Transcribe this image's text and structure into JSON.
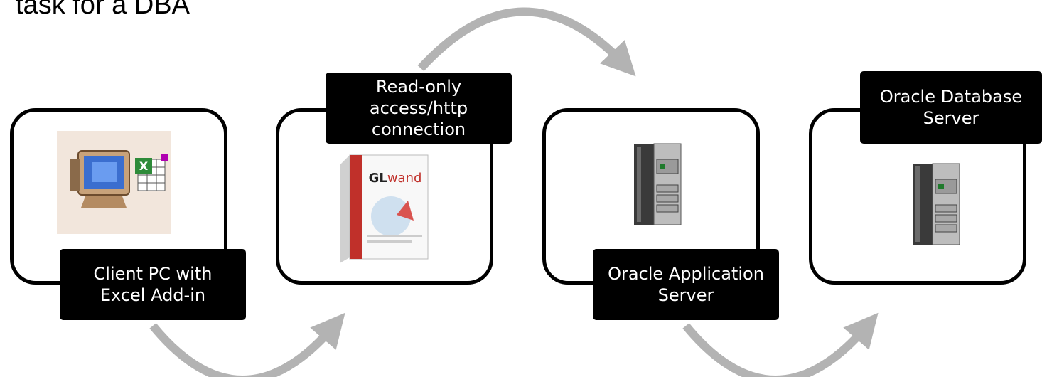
{
  "title": "task for a DBA",
  "steps": [
    {
      "label": "Client PC with\nExcel Add-in",
      "icon": "computer-excel-icon"
    },
    {
      "label": "Read-only\naccess/http\nconnection",
      "icon": "glwand-software-box-icon"
    },
    {
      "label": "Oracle Application\nServer",
      "icon": "server-tower-icon"
    },
    {
      "label": "Oracle Database\nServer",
      "icon": "server-tower-icon"
    }
  ],
  "glwand_box": {
    "brand": "GL",
    "brand_suffix": "wand"
  },
  "colors": {
    "arrow": "#b3b3b3",
    "label_bg": "#000000",
    "stage_border": "#000000"
  }
}
